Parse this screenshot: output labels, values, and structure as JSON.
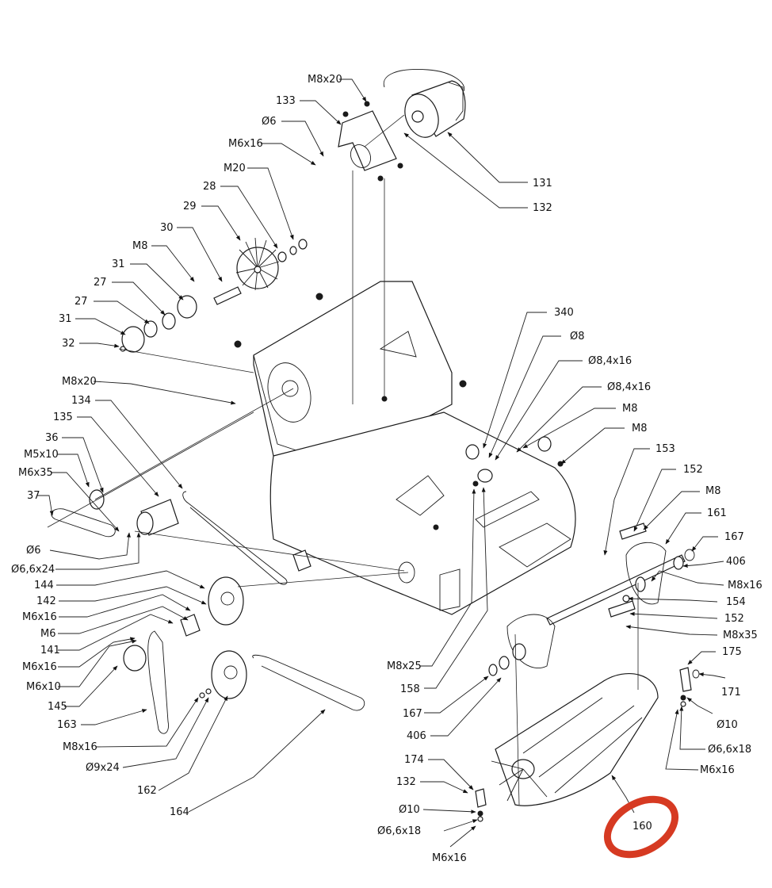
{
  "diagram": {
    "type": "exploded-parts-diagram",
    "highlight": {
      "part": "160",
      "color": "#d63a22"
    },
    "callouts": [
      {
        "id": "c-m8x20-top",
        "text": "M8x20"
      },
      {
        "id": "c-133",
        "text": "133"
      },
      {
        "id": "c-d6-top",
        "text": "Ø6"
      },
      {
        "id": "c-m6x16-top",
        "text": "M6x16"
      },
      {
        "id": "c-m20",
        "text": "M20"
      },
      {
        "id": "c-28",
        "text": "28"
      },
      {
        "id": "c-29",
        "text": "29"
      },
      {
        "id": "c-30",
        "text": "30"
      },
      {
        "id": "c-m8-left",
        "text": "M8"
      },
      {
        "id": "c-31a",
        "text": "31"
      },
      {
        "id": "c-27a",
        "text": "27"
      },
      {
        "id": "c-27b",
        "text": "27"
      },
      {
        "id": "c-31b",
        "text": "31"
      },
      {
        "id": "c-32",
        "text": "32"
      },
      {
        "id": "c-131",
        "text": "131"
      },
      {
        "id": "c-132-top",
        "text": "132"
      },
      {
        "id": "c-m8x20-mid",
        "text": "M8x20"
      },
      {
        "id": "c-134",
        "text": "134"
      },
      {
        "id": "c-135",
        "text": "135"
      },
      {
        "id": "c-36",
        "text": "36"
      },
      {
        "id": "c-m5x10",
        "text": "M5x10"
      },
      {
        "id": "c-m6x35",
        "text": "M6x35"
      },
      {
        "id": "c-37",
        "text": "37"
      },
      {
        "id": "c-d6-left",
        "text": "Ø6"
      },
      {
        "id": "c-d66x24",
        "text": "Ø6,6x24"
      },
      {
        "id": "c-144",
        "text": "144"
      },
      {
        "id": "c-142",
        "text": "142"
      },
      {
        "id": "c-m6x16-a",
        "text": "M6x16"
      },
      {
        "id": "c-m6",
        "text": "M6"
      },
      {
        "id": "c-141",
        "text": "141"
      },
      {
        "id": "c-m6x16-b",
        "text": "M6x16"
      },
      {
        "id": "c-m6x10",
        "text": "M6x10"
      },
      {
        "id": "c-145",
        "text": "145"
      },
      {
        "id": "c-163",
        "text": "163"
      },
      {
        "id": "c-m8x16-left",
        "text": "M8x16"
      },
      {
        "id": "c-d9x24",
        "text": "Ø9x24"
      },
      {
        "id": "c-162",
        "text": "162"
      },
      {
        "id": "c-164",
        "text": "164"
      },
      {
        "id": "c-340",
        "text": "340"
      },
      {
        "id": "c-d8",
        "text": "Ø8"
      },
      {
        "id": "c-d84x16-a",
        "text": "Ø8,4x16"
      },
      {
        "id": "c-d84x16-b",
        "text": "Ø8,4x16"
      },
      {
        "id": "c-m8-r1",
        "text": "M8"
      },
      {
        "id": "c-m8-r2",
        "text": "M8"
      },
      {
        "id": "c-153",
        "text": "153"
      },
      {
        "id": "c-152a",
        "text": "152"
      },
      {
        "id": "c-m8-r3",
        "text": "M8"
      },
      {
        "id": "c-161",
        "text": "161"
      },
      {
        "id": "c-167-right",
        "text": "167"
      },
      {
        "id": "c-406-right",
        "text": "406"
      },
      {
        "id": "c-m8x16-right",
        "text": "M8x16"
      },
      {
        "id": "c-154",
        "text": "154"
      },
      {
        "id": "c-152b",
        "text": "152"
      },
      {
        "id": "c-m8x35",
        "text": "M8x35"
      },
      {
        "id": "c-175",
        "text": "175"
      },
      {
        "id": "c-171",
        "text": "171"
      },
      {
        "id": "c-d10-right",
        "text": "Ø10"
      },
      {
        "id": "c-d66x18-right",
        "text": "Ø6,6x18"
      },
      {
        "id": "c-m6x16-right",
        "text": "M6x16"
      },
      {
        "id": "c-m8x25",
        "text": "M8x25"
      },
      {
        "id": "c-158",
        "text": "158"
      },
      {
        "id": "c-167-mid",
        "text": "167"
      },
      {
        "id": "c-406-mid",
        "text": "406"
      },
      {
        "id": "c-174",
        "text": "174"
      },
      {
        "id": "c-132-bot",
        "text": "132"
      },
      {
        "id": "c-d10-bot",
        "text": "Ø10"
      },
      {
        "id": "c-d66x18-bot",
        "text": "Ø6,6x18"
      },
      {
        "id": "c-m6x16-bot",
        "text": "M6x16"
      },
      {
        "id": "c-160",
        "text": "160"
      }
    ]
  }
}
